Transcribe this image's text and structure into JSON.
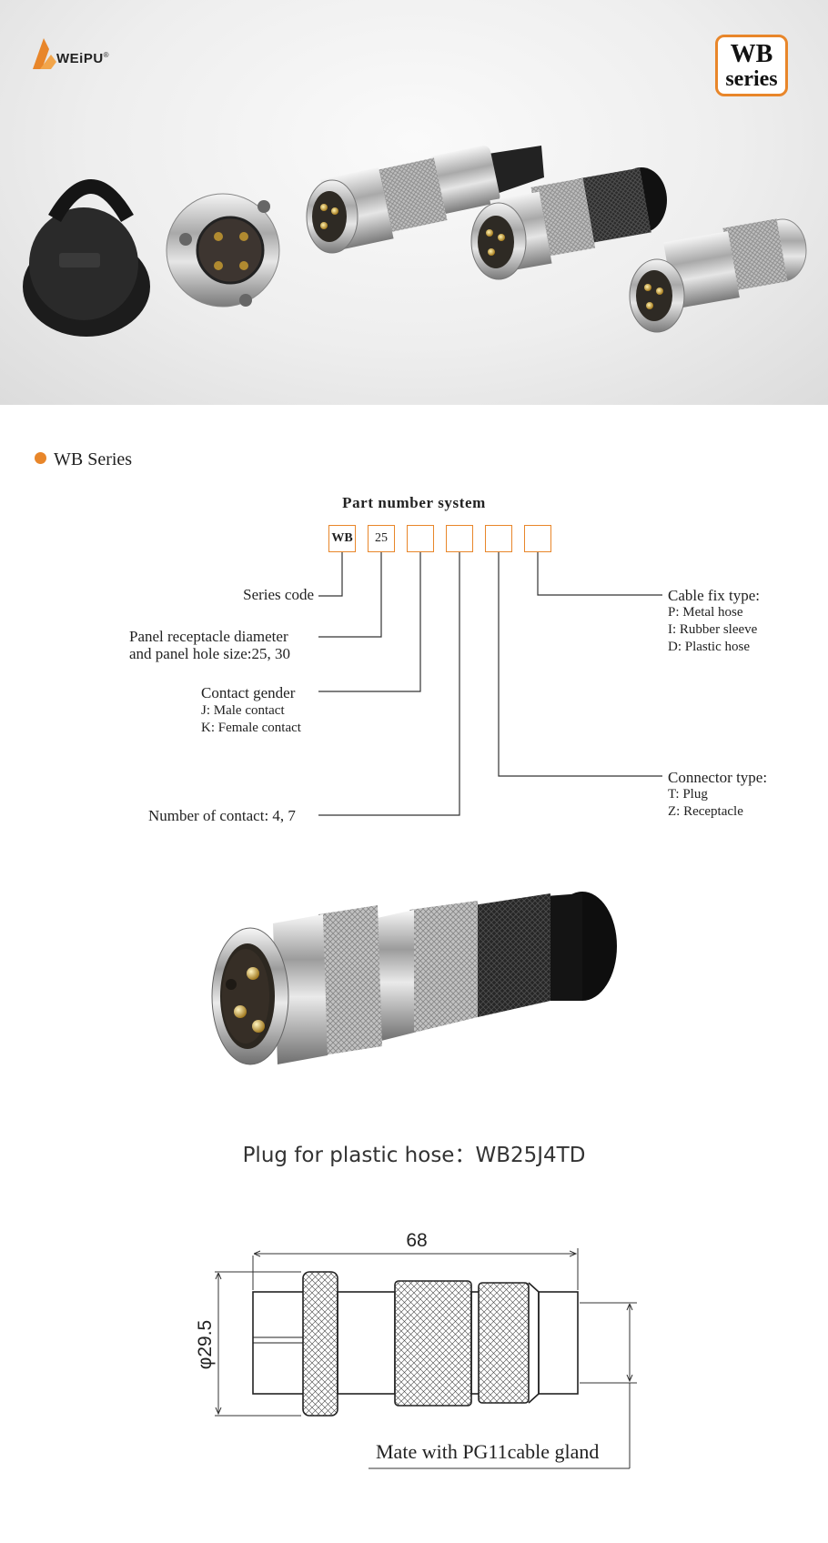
{
  "brand": {
    "logo_text": "WEiPU",
    "registered": "®"
  },
  "badge": {
    "line1": "WB",
    "line2": "series"
  },
  "section": {
    "title": "WB  Series"
  },
  "part_number": {
    "title": "Part  number system",
    "boxes": [
      "WB",
      "25",
      "",
      "",
      "",
      ""
    ],
    "series_code": "Series code",
    "panel_line1": "Panel receptacle diameter",
    "panel_line2": "and panel hole size:25, 30",
    "gender_title": "Contact  gender",
    "gender_j": "J: Male  contact",
    "gender_k": "K: Female  contact",
    "contacts": "Number of contact: 4, 7",
    "cable_title": "Cable fix type:",
    "cable_p": "P: Metal hose",
    "cable_i": "I:  Rubber sleeve",
    "cable_d": "D: Plastic hose",
    "conn_title": "Connector type:",
    "conn_t": "T: Plug",
    "conn_z": "Z: Receptacle"
  },
  "product": {
    "caption": "Plug for plastic hose：WB25J4TD"
  },
  "drawing": {
    "length": "68",
    "diameter": "φ29.5",
    "note": "Mate with PG11cable gland"
  },
  "colors": {
    "accent": "#e8862a"
  }
}
